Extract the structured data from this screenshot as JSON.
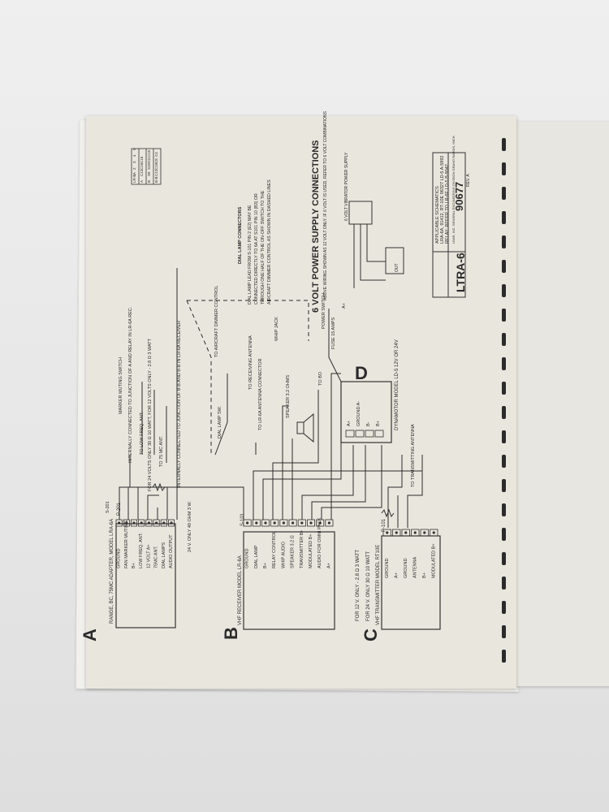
{
  "section_letters": {
    "a": "A",
    "b": "B",
    "c": "C",
    "d": "D"
  },
  "box_a": {
    "title": "RANGE, BC, 75MC ADAPTER, MODEL LRA-6A",
    "connector": "P-201",
    "pins": [
      "GROUND",
      "FAN MARKER MUTING",
      "B+",
      "LOW FREQ. ANT.",
      "12 VOLT A+",
      "75MC ANT.",
      "DIAL LAMPS",
      "AUDIO OUTPUT"
    ]
  },
  "box_b": {
    "title": "VHF RECEIVER MODEL LR-6A",
    "connector": "S-101",
    "pins": [
      "GROUND",
      "DIAL LAMP",
      "B+",
      "RELAY CONTROL",
      "WHIP AUDIO",
      "SPEAKER 3.2 Ω",
      "TRANSMITTER B+",
      "MODULATED B+",
      "AUDIO FOR OMNI PACK",
      "A+"
    ]
  },
  "box_c": {
    "title": "VHF TRANSMITTER MODEL RT10E",
    "connector": "P-101",
    "pins": [
      "GROUND",
      "A+",
      "GROUND",
      "ANTENNA",
      "B+",
      "MODULATED B+"
    ],
    "note_12v": "FOR 12 V. ONLY - 2.8 Ω 3 WATT",
    "note_24v": "FOR 24 V. ONLY 30 Ω 10 WATT"
  },
  "box_d": {
    "title": "DYNAMOTOR MODEL LD-5 12V OR 24V",
    "pins": [
      "A+",
      "GROUND A-",
      "B-",
      "B+"
    ]
  },
  "wiring_notes": {
    "s201": "S-201",
    "marker_muting": "MARKER MUTING SWITCH",
    "internally_connected": "INTERNALLY CONNECTED TO JUNCTION OF A AND RELAY IN LR-6A REC.",
    "low_freq": "TO LOW FREQ. ANT.",
    "resistor_note": "FOR 24 VOLTS ONLY 30 Ω 10 WATT, FOR 12 VOLTS ONLY - 2.8 Ω 3 WATT",
    "to_75mc": "TO 75 MC ANT.",
    "internally_bottom": "INTERNALLY CONNECTED TO JUNCTION OF B-B AND B-B IN LR-6A RECEIVER",
    "note_24v_only": "24 V. ONLY 40 OHM 3 W.",
    "dial_lamp_sw": "DIAL LAMP SW.",
    "to_aircraft_dimmer": "TO AIRCRAFT DIMMER CONTROL",
    "to_receiving_antenna": "TO RECEIVING ANTENNA",
    "to_lr6a_antenna": "TO LR-6A ANTENNA CONNECTOR",
    "whip_jack": "WHIP JACK",
    "speaker": "SPEAKER 3.2 OHMS",
    "power_switch": "POWER SWITCH",
    "fuse": "FUSE 15 AMPS",
    "to_bo": "TO BO",
    "to_transmitting_antenna": "TO TRANSMITTING ANTENNA",
    "a_plus": "A+"
  },
  "dial_lamp_text": {
    "heading": "DIAL LAMP CONNECTORS",
    "body": "DIAL LAMP LEAD FROM S-101 PIN 2 (E2) MAY BE CONNECTED DIRECTLY TO 6A AT S101 PIN 10 (B3) OR THROUGH ONE HALF OF THE ON-OFF SWITCH TO THE AIRCRAFT DIMMER CONTROL AS SHOWN IN DASHED LINES"
  },
  "six_volt": {
    "heading": "6 VOLT POWER SUPPLY CONNECTIONS",
    "subheading": "ABOVE WIRING SHOWN AS 12 VOLT ONLY. IF 6 VOLT IS USED, REFER TO 6 VOLT COMBINATIONS",
    "power_supply_label": "6 VOLT VIBRATOR POWER SUPPLY",
    "out_label": "OUT"
  },
  "legend_table": {
    "rows": [
      [
        "LR-6A",
        "1",
        "2",
        "3",
        "4",
        "5"
      ],
      [
        "A",
        "C12",
        "C15",
        "C16",
        "",
        ""
      ],
      [
        "B",
        "S9",
        "S10",
        "S11",
        "C15",
        ""
      ],
      [
        "B-B",
        "C12",
        "C10",
        "C8",
        "C4",
        ""
      ]
    ]
  },
  "title_block": {
    "applicable": "APPLICABLE SCHEMATICS",
    "line1": "LRA-6A, 91412, RT-10E 96327  LD-5  A-5992",
    "line2": "RELAY: REFER TO LR-6E  LD-5  B-9042",
    "company": "LEAR, INC. GENERAL ENGINEERING DIVISION GRAND RAPIDS, MICH.",
    "title": "LTRA-6",
    "drawing_no": "90677",
    "rev": "REV. A"
  }
}
